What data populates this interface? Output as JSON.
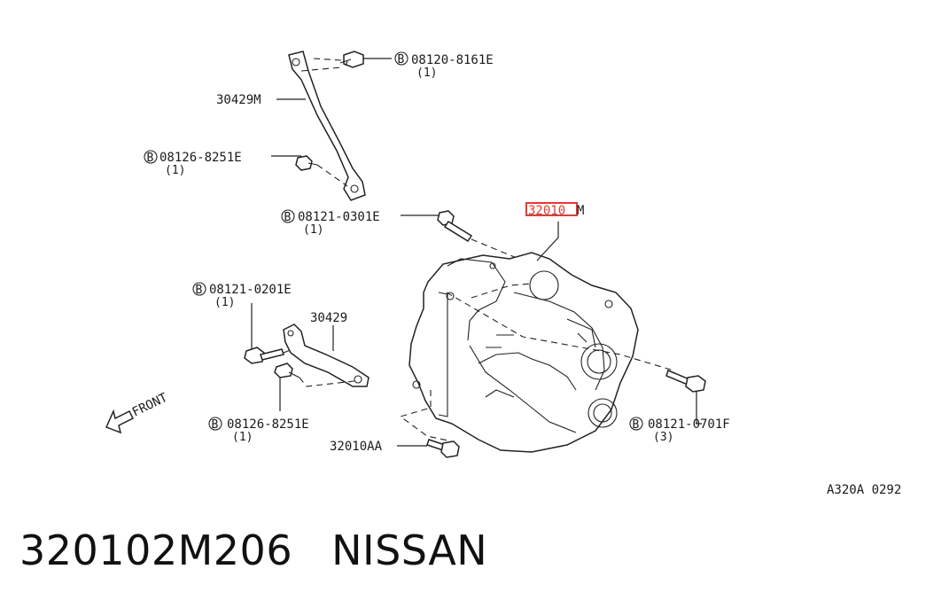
{
  "diagram": {
    "parts": {
      "bolt_top": {
        "prefix": "B",
        "code": "08120-8161E",
        "qty": "(1)"
      },
      "bracket_upper": {
        "code": "30429M"
      },
      "bolt_upper_left": {
        "prefix": "B",
        "code": "08126-8251E",
        "qty": "(1)"
      },
      "bolt_mid": {
        "prefix": "B",
        "code": "08121-0301E",
        "qty": "(1)"
      },
      "transaxle": {
        "code_highlighted": "32010",
        "code_suffix": "M"
      },
      "bolt_lower_left": {
        "prefix": "B",
        "code": "08121-0201E",
        "qty": "(1)"
      },
      "bracket_lower": {
        "code": "30429"
      },
      "bolt_bottom_left": {
        "prefix": "B",
        "code": "08126-8251E",
        "qty": "(1)"
      },
      "bolt_right": {
        "prefix": "B",
        "code": "08121-0701F",
        "qty": "(3)"
      },
      "bolt_bottom": {
        "code": "32010AA"
      }
    },
    "front_label": "FRONT",
    "reference": "A320A 0292",
    "highlight_color": "#e53935"
  },
  "caption": {
    "part_number": "320102M206",
    "brand": "NISSAN"
  }
}
